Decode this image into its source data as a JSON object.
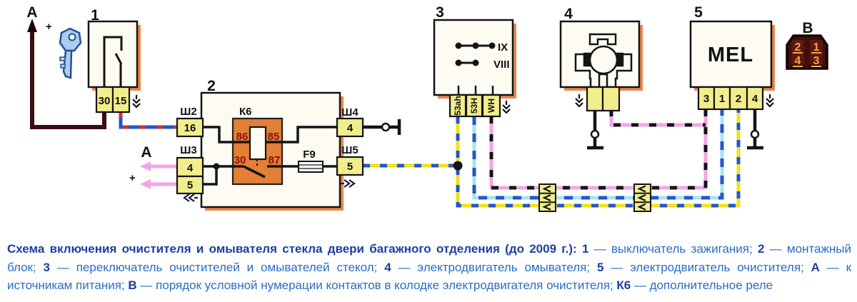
{
  "diagram": {
    "marker_a_top": "А",
    "plus_top": "+",
    "marker_a_left": "А",
    "plus_left": "+",
    "comp1_label": "1",
    "comp2_label": "2",
    "comp3_label": "3",
    "comp4_label": "4",
    "comp5_label": "5",
    "connector_b_label": "В",
    "ignition_pin_30": "30",
    "ignition_pin_15": "15",
    "sh2_label": "Ш2",
    "sh2_pin": "16",
    "sh3_label": "Ш3",
    "sh3_pin_4": "4",
    "sh3_pin_5": "5",
    "sh4_label": "Ш4",
    "sh4_pin": "4",
    "sh5_label": "Ш5",
    "sh5_pin": "5",
    "relay_label": "К6",
    "relay_pin_86": "86",
    "relay_pin_85": "85",
    "relay_pin_30": "30",
    "relay_pin_87": "87",
    "fuse_label": "F9",
    "switch_pos_ix": "IX",
    "switch_pos_viii": "VIII",
    "switch_pin_53ah": "53ah",
    "switch_pin_53h": "53H",
    "switch_pin_wh": "WH",
    "motor_label": "MEL",
    "motor_pin_3": "3",
    "motor_pin_1": "1",
    "motor_pin_2": "2",
    "motor_pin_4": "4",
    "b_pin_tl": "2",
    "b_pin_tr": "1",
    "b_pin_bl": "4",
    "b_pin_br": "3"
  },
  "colors": {
    "wire_power_feed": "#3a0d0f",
    "wire_blue": "#2456cc",
    "wire_red_dash": "#e03020",
    "wire_yellow": "#f2e11c",
    "wire_cyan": "#a5e4f5",
    "wire_pink": "#efa6e8",
    "wire_black": "#141414",
    "relay_fill": "#e37f36",
    "terminal_fill": "#f2ee8d",
    "box_shadow": "#e8702d",
    "connector_b_fill": "#3f0f0c",
    "relay_number_red": "#8b1210",
    "caption_bold_blue": "#1c3f9d",
    "caption_blue": "#2b6cc2"
  },
  "caption": {
    "segments": [
      {
        "t": "Схема включения очистителя и омывателя стекла двери багажного отделения (до 2009 г.): "
      },
      {
        "t": "1"
      },
      {
        "t": " — выключатель зажигания; "
      },
      {
        "t": "2"
      },
      {
        "t": " — монтажный блок; "
      },
      {
        "t": "3"
      },
      {
        "t": " — переключатель очистителей и омывателей стекол; "
      },
      {
        "t": "4"
      },
      {
        "t": " — электродвигатель омывателя; "
      },
      {
        "t": "5"
      },
      {
        "t": " — электродвигатель очистителя; "
      },
      {
        "t": "А"
      },
      {
        "t": " — к источникам питания; "
      },
      {
        "t": "В"
      },
      {
        "t": " — порядок условной нумерации контактов в колодке электродвигателя очистителя; "
      },
      {
        "t": "К6"
      },
      {
        "t": " — дополнительное реле"
      }
    ]
  }
}
